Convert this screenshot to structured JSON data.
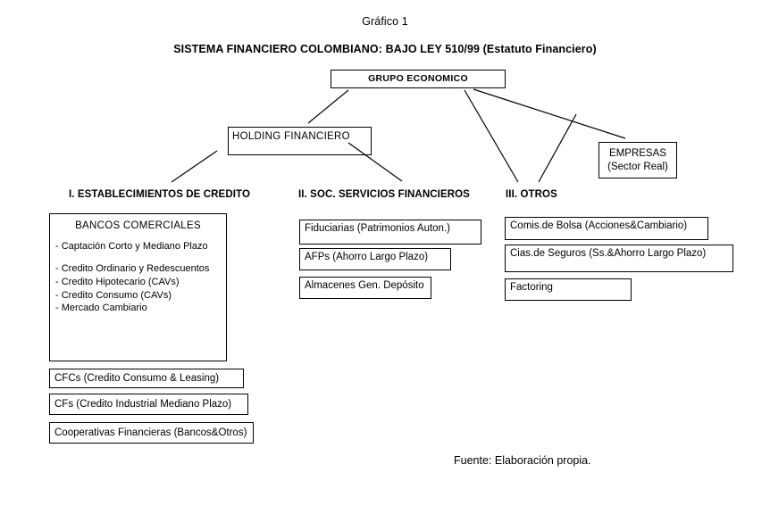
{
  "figure": {
    "caption": "Gráfico 1",
    "title": "SISTEMA FINANCIERO COLOMBIANO:  BAJO LEY 510/99 (Estatuto Financiero)",
    "source_note": "Fuente: Elaboración propia."
  },
  "nodes": {
    "grupo_economico": "GRUPO  ECONOMICO",
    "holding_financiero": "HOLDING  FINANCIERO",
    "empresas_line1": "EMPRESAS",
    "empresas_line2": "(Sector Real)"
  },
  "columns": {
    "col1": {
      "heading": "I.  ESTABLECIMIENTOS  DE CREDITO",
      "bancos_title": "BANCOS  COMERCIALES",
      "bancos_items": [
        "- Captación Corto y Mediano Plazo",
        "- Credito Ordinario y Redescuentos",
        "- Credito Hipotecario (CAVs)",
        "- Credito Consumo (CAVs)",
        "- Mercado Cambiario"
      ],
      "boxes": [
        "CFCs (Credito Consumo & Leasing)",
        "CFs (Credito Industrial Mediano Plazo)",
        "Cooperativas Financieras (Bancos&Otros)"
      ]
    },
    "col2": {
      "heading": "II.  SOC. SERVICIOS FINANCIEROS",
      "boxes": [
        "Fiduciarias (Patrimonios Auton.)",
        "AFPs (Ahorro Largo Plazo)",
        "Almacenes Gen. Depósito"
      ]
    },
    "col3": {
      "heading": "III.  OTROS",
      "boxes": [
        "Comis.de Bolsa (Acciones&Cambiario)",
        "Cias.de Seguros (Ss.&Ahorro Largo Plazo)",
        "Factoring"
      ]
    }
  },
  "style": {
    "line_color": "#000000",
    "background": "#ffffff"
  }
}
